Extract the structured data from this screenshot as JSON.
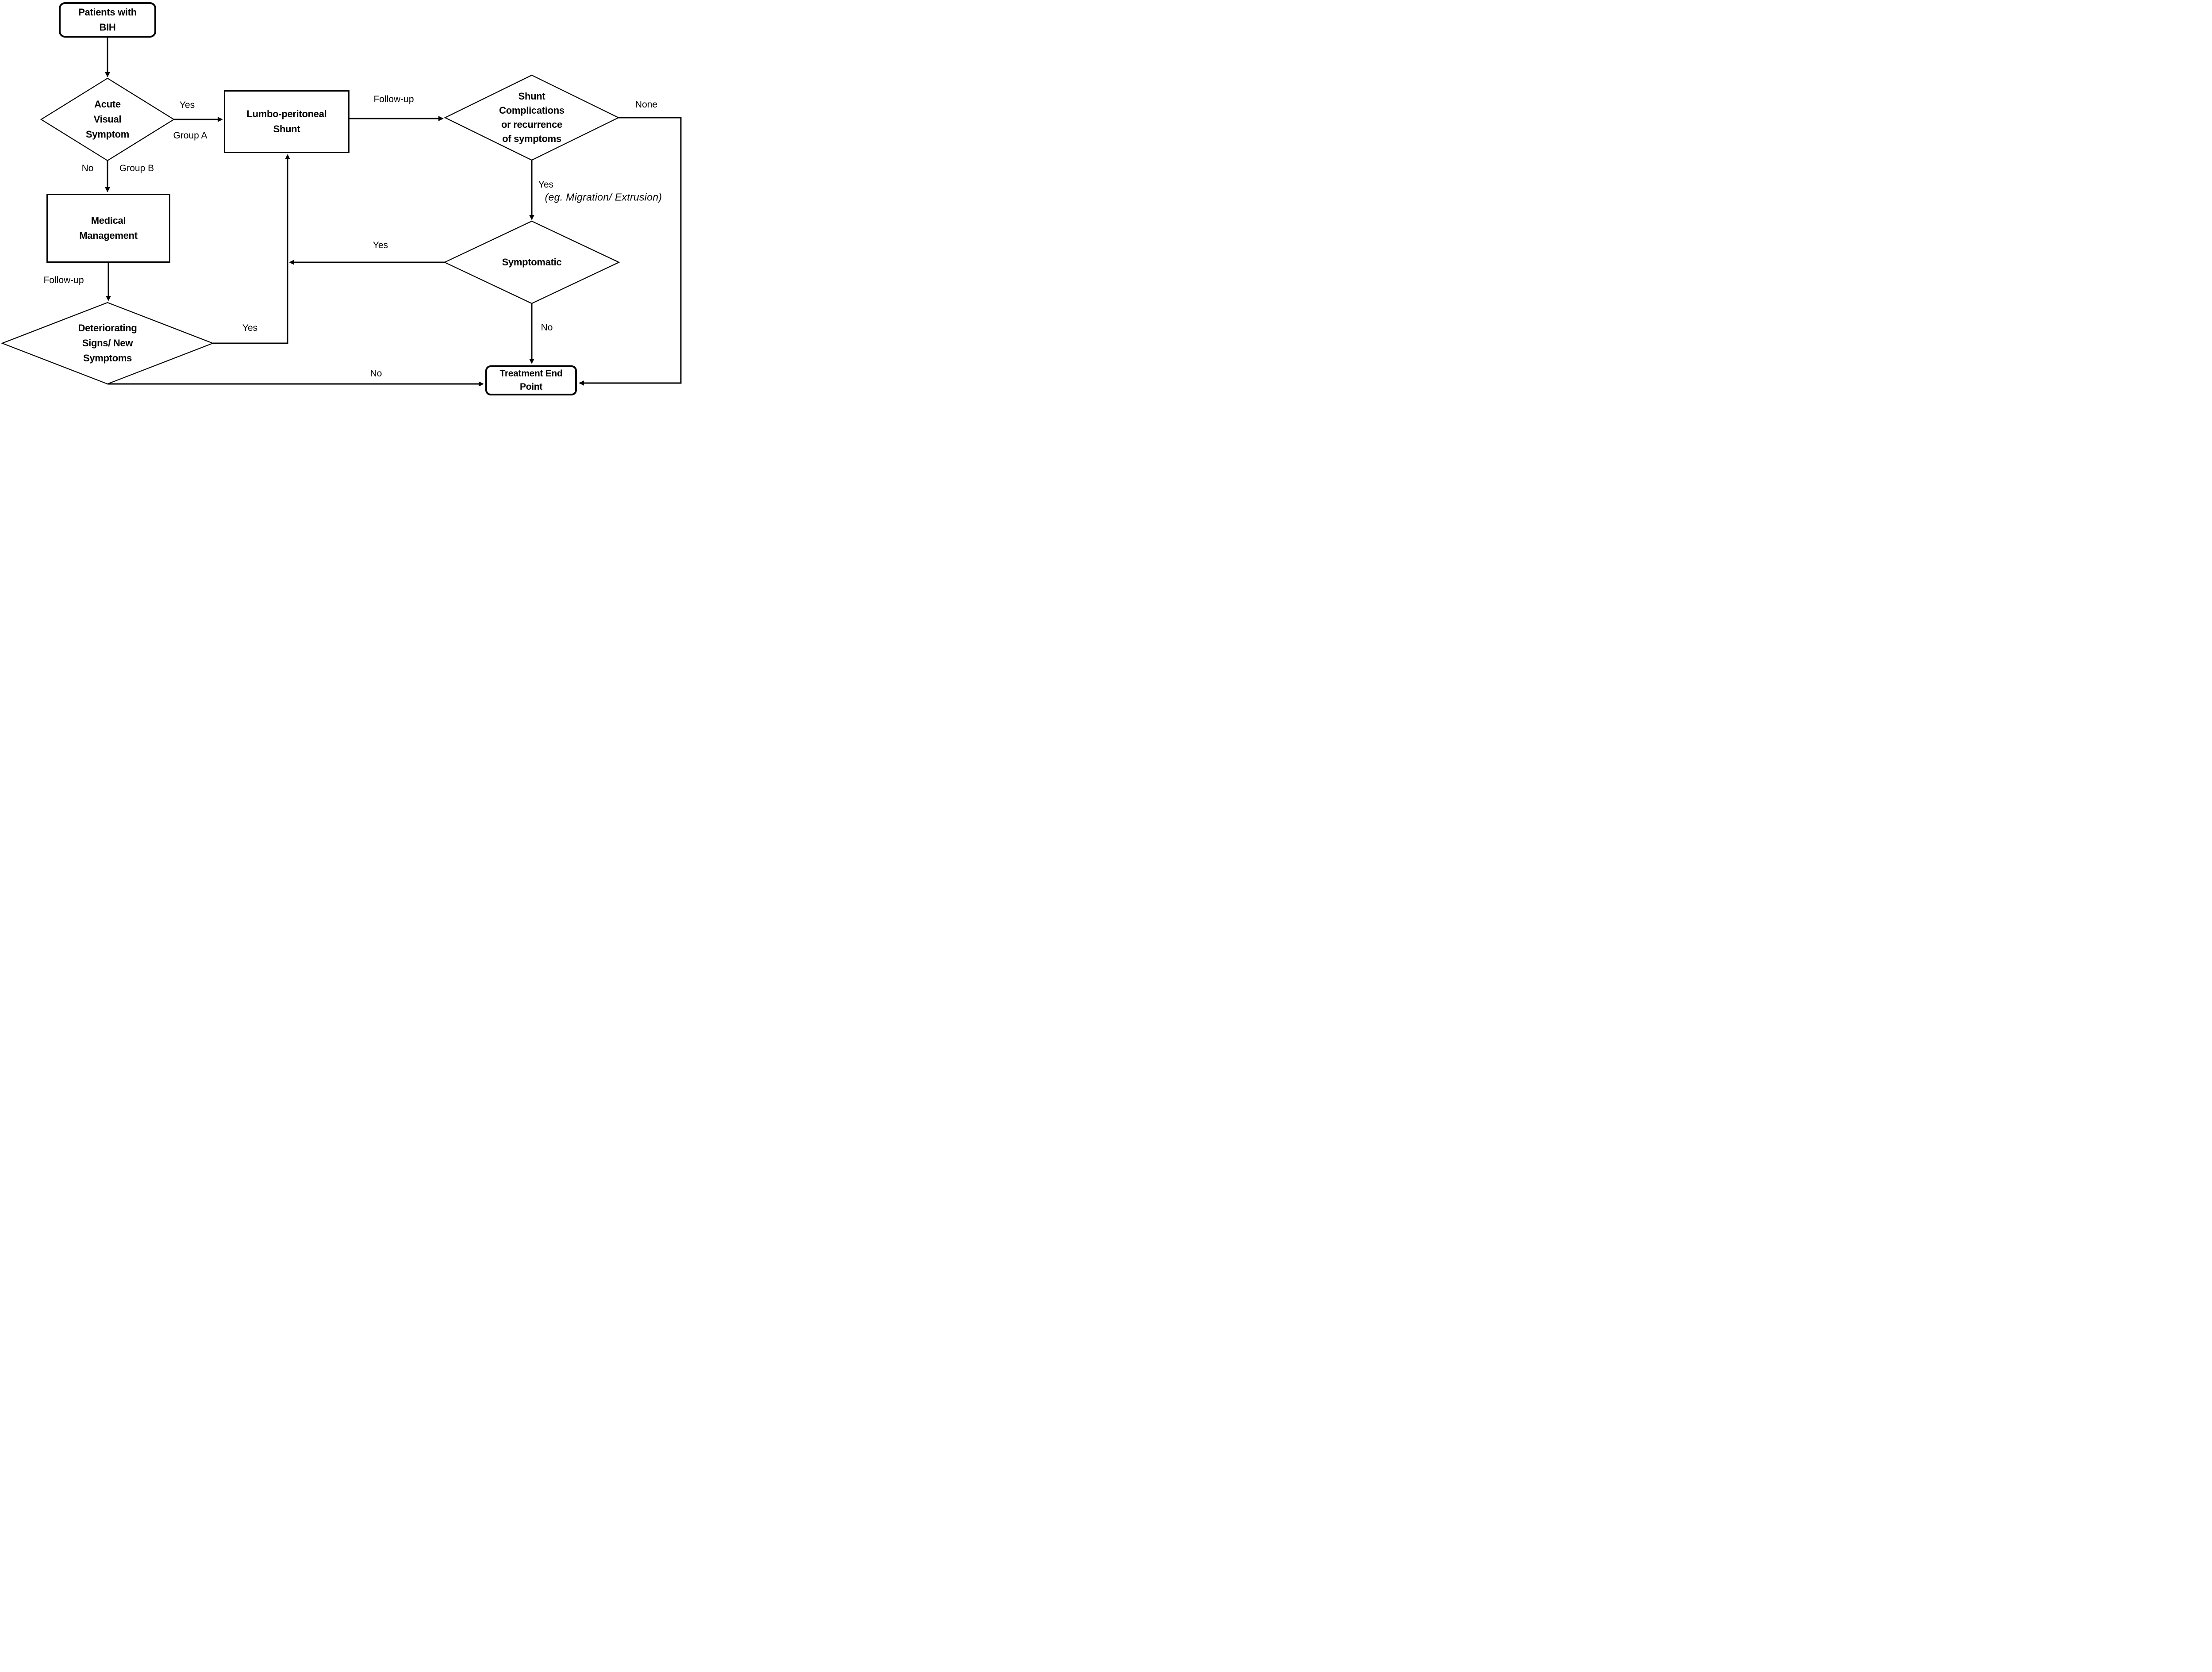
{
  "diagram": {
    "title_hint": "BIH treatment flowchart",
    "colors": {
      "line": "#000000",
      "background": "#ffffff",
      "text": "#000000"
    },
    "nodes": {
      "patients": {
        "shape": "rounded-rect",
        "label": "Patients with\nBIH"
      },
      "acute": {
        "shape": "diamond",
        "label": "Acute\nVisual\nSymptom"
      },
      "lumbo": {
        "shape": "rect",
        "label": "Lumbo-peritoneal\nShunt"
      },
      "shunt_complications": {
        "shape": "diamond",
        "label": "Shunt\nComplications\nor recurrence\nof symptoms"
      },
      "medical": {
        "shape": "rect",
        "label": "Medical\nManagement"
      },
      "symptomatic": {
        "shape": "diamond",
        "label": "Symptomatic"
      },
      "deteriorating": {
        "shape": "diamond",
        "label": "Deteriorating\nSigns/ New\nSymptoms"
      },
      "treatment": {
        "shape": "rounded-rect",
        "label": "Treatment End\nPoint"
      }
    },
    "edge_labels": {
      "acute_yes": "Yes",
      "acute_group_a": "Group A",
      "acute_no": "No",
      "acute_group_b": "Group B",
      "lumbo_followup": "Follow-up",
      "shunt_none": "None",
      "shunt_yes": "Yes",
      "shunt_yes_detail": "(eg. Migration/ Extrusion)",
      "symptomatic_yes": "Yes",
      "symptomatic_no": "No",
      "medical_followup": "Follow-up",
      "deteriorating_yes": "Yes",
      "deteriorating_no": "No"
    },
    "edges": [
      {
        "from": "patients",
        "to": "acute",
        "label": ""
      },
      {
        "from": "acute",
        "to": "lumbo",
        "label": "Yes / Group A"
      },
      {
        "from": "acute",
        "to": "medical",
        "label": "No / Group B"
      },
      {
        "from": "lumbo",
        "to": "shunt_complications",
        "label": "Follow-up"
      },
      {
        "from": "shunt_complications",
        "to": "treatment",
        "label": "None"
      },
      {
        "from": "shunt_complications",
        "to": "symptomatic",
        "label": "Yes (eg. Migration/ Extrusion)"
      },
      {
        "from": "symptomatic",
        "to": "lumbo",
        "label": "Yes"
      },
      {
        "from": "symptomatic",
        "to": "treatment",
        "label": "No"
      },
      {
        "from": "medical",
        "to": "deteriorating",
        "label": "Follow-up"
      },
      {
        "from": "deteriorating",
        "to": "lumbo",
        "label": "Yes"
      },
      {
        "from": "deteriorating",
        "to": "treatment",
        "label": "No"
      }
    ]
  }
}
